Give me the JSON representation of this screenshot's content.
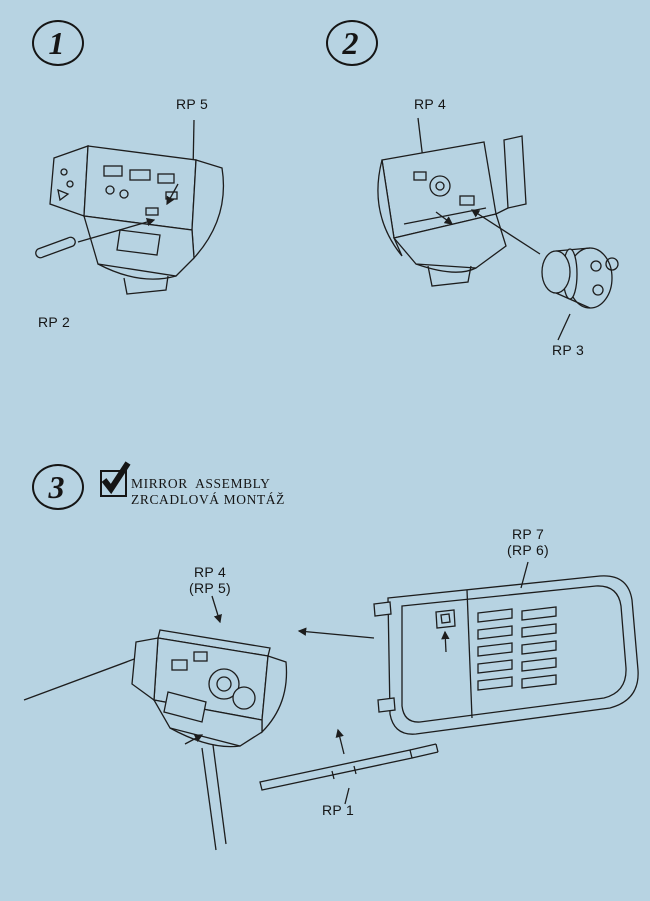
{
  "document": {
    "background_color": "#b7d3e2",
    "ink_color": "#1d1d1d"
  },
  "steps": {
    "step1": {
      "number": "1",
      "top_label": "RP 5",
      "side_label": "RP 2"
    },
    "step2": {
      "number": "2",
      "top_label": "RP 4",
      "side_label": "RP 3"
    },
    "step3": {
      "number": "3",
      "title_en": "MIRROR  ASSEMBLY",
      "title_cz": "ZRCADLOVÁ MONTÁŽ",
      "cockpit_label_line1": "RP 4",
      "cockpit_label_line2": "(RP 5)",
      "door_label_line1": "RP 7",
      "door_label_line2": "(RP 6)",
      "rod_label": "RP 1"
    }
  }
}
